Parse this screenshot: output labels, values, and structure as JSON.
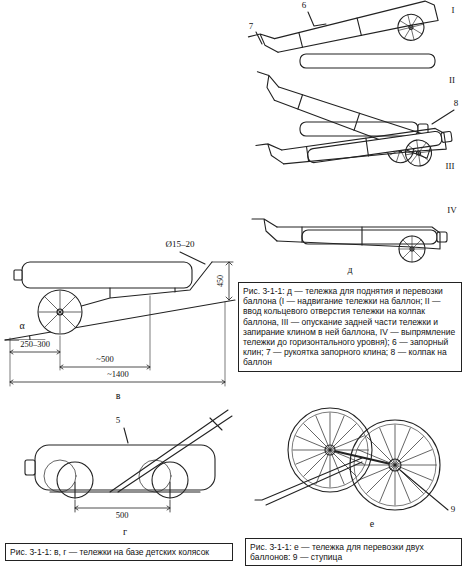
{
  "diagram": {
    "labels": [
      "Ø15–20",
      "450",
      "α",
      "250–300",
      "~500",
      "~1400",
      "в",
      "5",
      "500",
      "г",
      "Рис. 3-1-1: в, г — тележки на базе детских колясок",
      "6",
      "7",
      "I",
      "II",
      "8",
      "III",
      "IV",
      "д",
      "Рис. 3-1-1: д — тележка для поднятия и перевозки баллона (I — надвигание тележки на баллон; II — ввод кольцевого отверстия тележки на колпак баллона, III — опускание задней части тележки и запирание клином в ней баллона, IV — выпрямление тележки до горизонтального уровня); 6 — запорный клин; 7 — рукоятка запорного клина; 8 — колпак на баллон",
      "9",
      "е",
      "Рис. 3-1-1: е — тележка для перевозки двух баллонов: 9 — ступица"
    ]
  }
}
